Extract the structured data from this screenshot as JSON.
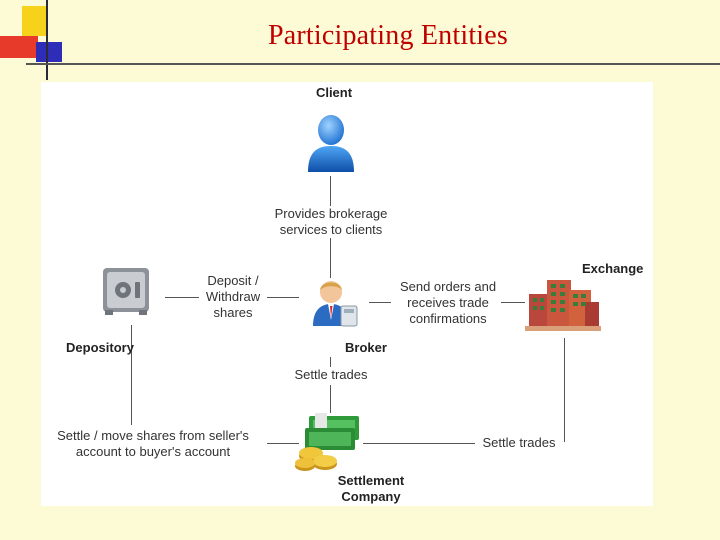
{
  "slide": {
    "title": "Participating Entities"
  },
  "diagram": {
    "client": {
      "name": "Client",
      "icon": "person-icon"
    },
    "broker": {
      "name": "Broker",
      "icon": "broker-icon"
    },
    "exchange": {
      "name": "Exchange",
      "icon": "buildings-icon"
    },
    "depository": {
      "name": "Depository",
      "icon": "vault-icon"
    },
    "settlement": {
      "name": "Settlement\nCompany",
      "icon": "money-coins-icon"
    },
    "edges": {
      "client_broker": "Provides brokerage\nservices to clients",
      "depository_broker": "Deposit /\nWithdraw\nshares",
      "broker_exchange": "Send orders and\nreceives trade\nconfirmations",
      "broker_settlement": "Settle trades",
      "depository_settlement": "Settle / move shares from seller's\naccount to buyer's account",
      "exchange_settlement": "Settle trades"
    }
  },
  "colors": {
    "title": "#c00000",
    "background": "#fdfbd6"
  }
}
